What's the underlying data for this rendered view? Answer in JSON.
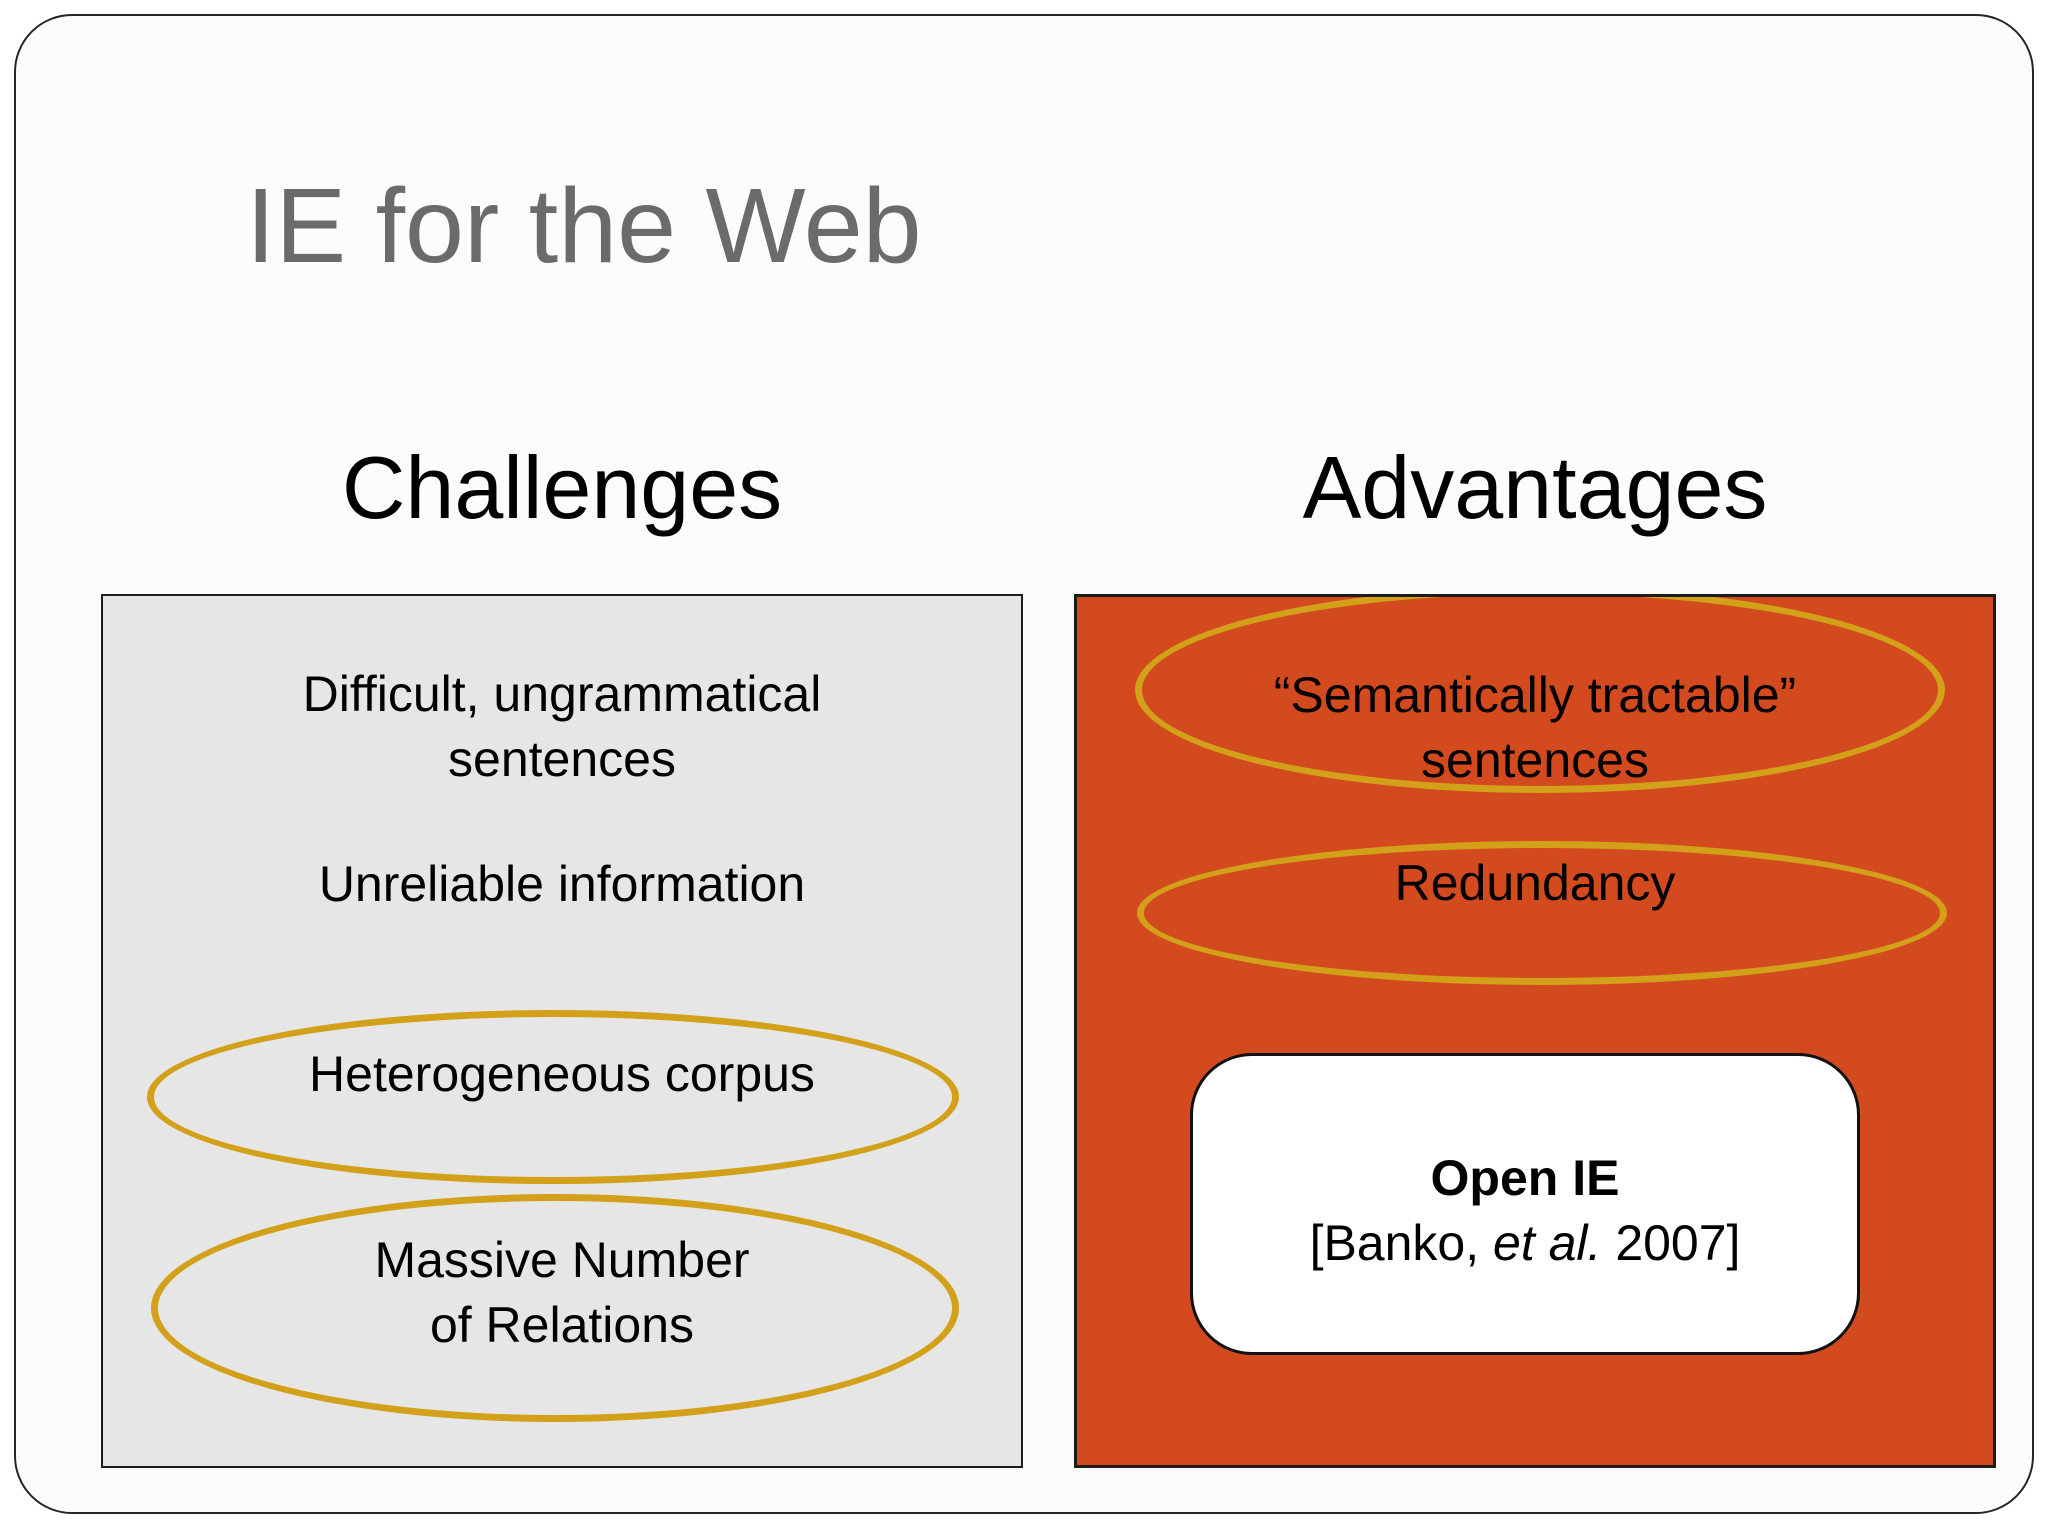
{
  "title": "IE for the Web",
  "challenges": {
    "heading": "Challenges",
    "item1_line1": "Difficult, ungrammatical",
    "item1_line2": "sentences",
    "item2": "Unreliable information",
    "ellipse1_label": "Heterogeneous corpus",
    "ellipse2_line1": "Massive Number",
    "ellipse2_line2": "of Relations"
  },
  "advantages": {
    "heading": "Advantages",
    "ellipse1_line1": "“Semantically tractable”",
    "ellipse1_line2": "sentences",
    "ellipse2_label": "Redundancy",
    "callout": {
      "title": "Open IE",
      "cite_prefix": "[Banko, ",
      "cite_italic": "et al.",
      "cite_suffix": " 2007]"
    }
  },
  "colors": {
    "slide_background": "#fcfcfb",
    "title_gray": "#6b6b6b",
    "challenges_box_fill": "#e7e6e6",
    "advantages_box_fill": "#d34a1f",
    "ellipse_stroke_gold": "#d2a019",
    "callout_fill": "#ffffff",
    "border_black": "#1c1c1c"
  }
}
